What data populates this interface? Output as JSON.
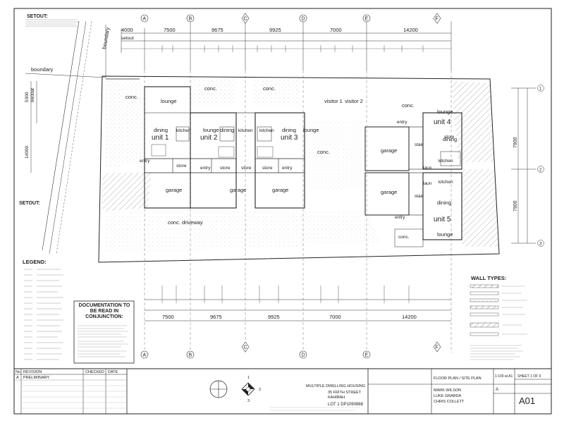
{
  "setout": {
    "title": "SETOUT:",
    "label": "setout"
  },
  "site": {
    "boundary_labels": [
      "boundary",
      "boundary"
    ],
    "left_dims": [
      "5300",
      "6600at",
      "14000"
    ],
    "driveway": "conc. driveway",
    "conc": "conc.",
    "visitors": [
      "visitor 1",
      "visitor 2"
    ]
  },
  "dimensions": {
    "top": [
      "4000",
      "7500",
      "9675",
      "9925",
      "7000",
      "14200"
    ],
    "bottom": [
      "7500",
      "9675",
      "9925",
      "7000",
      "14200"
    ],
    "right": [
      "7900",
      "7900"
    ]
  },
  "grid": {
    "letters": [
      "A",
      "B",
      "C",
      "D",
      "E",
      "F"
    ],
    "numbers": [
      "1",
      "2",
      "3"
    ]
  },
  "units": [
    "unit 1",
    "unit 2",
    "unit 3",
    "unit 4",
    "unit 5"
  ],
  "rooms": {
    "lounge": "lounge",
    "dining": "dining",
    "kitchen": "kitchen",
    "entry": "entry",
    "store": "store",
    "garage": "garage",
    "laun": "laun",
    "stair": "stair",
    "conc": "conc."
  },
  "legend": {
    "title": "LEGEND:"
  },
  "documentation_note": {
    "title": "DOCUMENTATION TO BE READ IN CONJUNCTION:"
  },
  "wall_types": {
    "title": "WALL TYPES:"
  },
  "title_block": {
    "no_label": "No.",
    "revision_label": "REVISION",
    "checked_label": "CHECKED",
    "date_label": "DATE",
    "rev_no": "A",
    "rev_desc": "PRELIMINARY",
    "project": "MULTIPLE DWELLING HOUSING",
    "address1": "35 FRITH STREET",
    "address2": "KAHIBAH",
    "lot": "LOT 1 DP1090888",
    "drawing_title": "FLOOR PLAN / SITE PLAN",
    "scale": "1:100 at A1",
    "sheet": "SHEET 1 OF 6",
    "revision": "A",
    "clients": [
      "MARK WILSON",
      "LUKE GRABDA",
      "CHRIS COLLETT"
    ],
    "drawing_no": "A01",
    "north": [
      "1",
      "2",
      "3"
    ]
  }
}
